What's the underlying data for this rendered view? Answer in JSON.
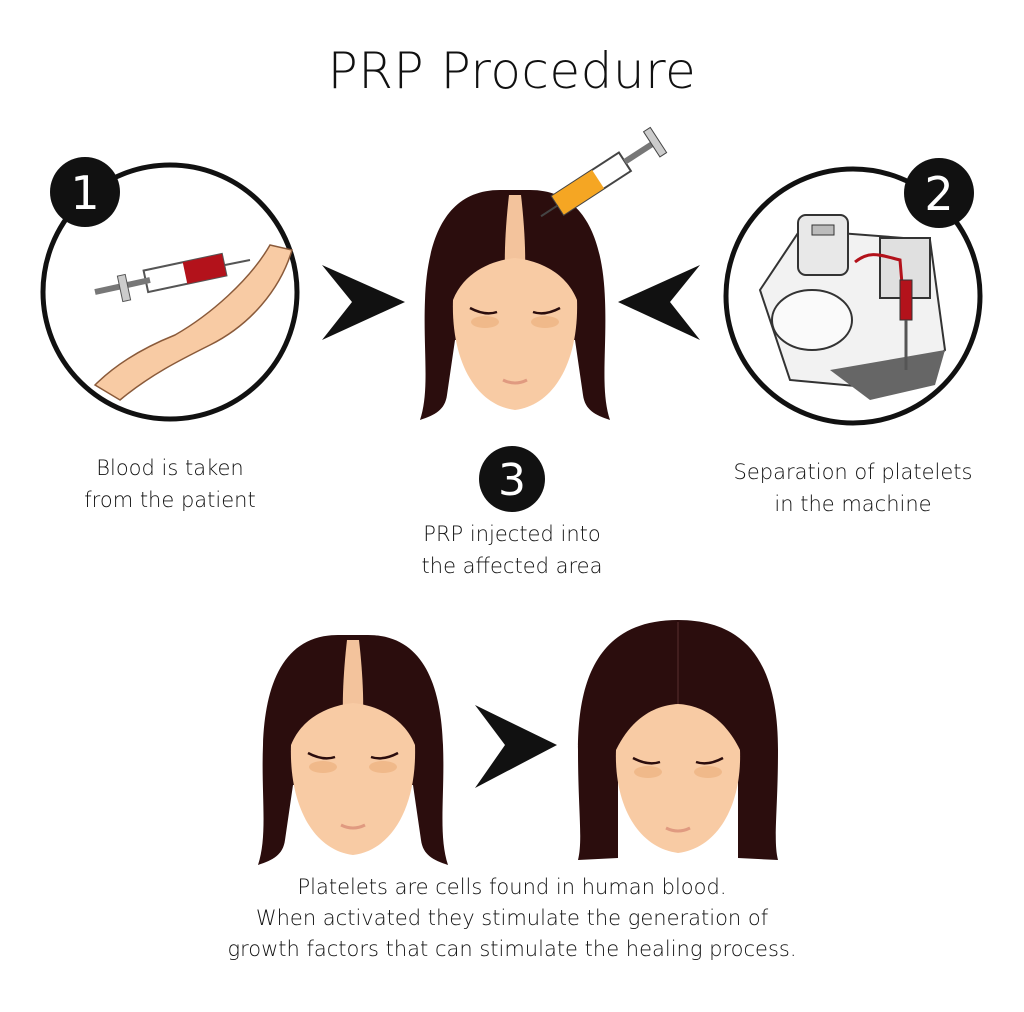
{
  "title": "PRP Procedure",
  "steps": [
    {
      "number": "1",
      "caption_lines": [
        "Blood is taken",
        "from the patient"
      ]
    },
    {
      "number": "2",
      "caption_lines": [
        "Separation of platelets",
        "in the machine"
      ]
    },
    {
      "number": "3",
      "caption_lines": [
        "PRP injected into",
        "the affected area"
      ]
    }
  ],
  "footer_lines": [
    "Platelets are cells found in human blood.",
    "When activated they stimulate the generation of",
    "growth factors that can stimulate the healing process."
  ],
  "colors": {
    "hair": "#2b0d0d",
    "skin": "#f8cba4",
    "blood": "#b3121b",
    "prp": "#f5a623",
    "ink": "#111111"
  }
}
